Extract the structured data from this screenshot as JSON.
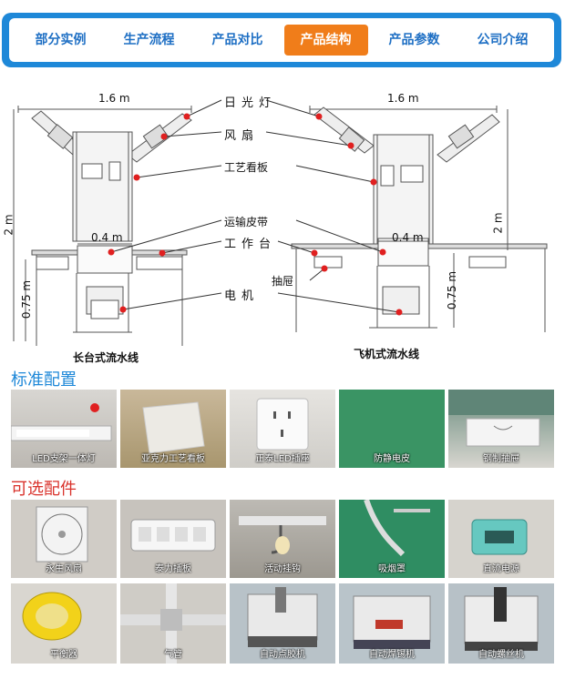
{
  "nav": {
    "items": [
      {
        "label": "部分实例",
        "active": false
      },
      {
        "label": "生产流程",
        "active": false
      },
      {
        "label": "产品对比",
        "active": false
      },
      {
        "label": "产品结构",
        "active": true
      },
      {
        "label": "产品参数",
        "active": false
      },
      {
        "label": "公司介绍",
        "active": false
      }
    ]
  },
  "diagram": {
    "labels": {
      "light": "日光灯",
      "fan": "风扇",
      "board": "工艺看板",
      "belt": "运输皮带",
      "table": "工作台",
      "drawer": "抽屉",
      "motor": "电机"
    },
    "dims": {
      "left_width": "1.6 m",
      "right_width": "1.6 m",
      "left_belt": "0.4 m",
      "right_belt": "0.4 m",
      "left_height": "2 m",
      "right_height": "2 m",
      "left_table_h": "0.75 m",
      "right_table_h": "0.75 m"
    },
    "captions": {
      "left": "长台式流水线",
      "right": "飞机式流水线"
    },
    "colors": {
      "dot": "#e02020",
      "line": "#333333"
    }
  },
  "standard": {
    "title": "标准配置",
    "items": [
      {
        "label": "LED支架一体灯",
        "icon": "led-lamp-icon"
      },
      {
        "label": "亚克力工艺看板",
        "icon": "acrylic-board-icon"
      },
      {
        "label": "正泰LED插座",
        "icon": "socket-icon"
      },
      {
        "label": "防静电皮",
        "icon": "antistatic-mat-icon"
      },
      {
        "label": "钢制抽屉",
        "icon": "drawer-icon"
      }
    ]
  },
  "optional": {
    "title": "可选配件",
    "items": [
      {
        "label": "永生风扇",
        "icon": "fan-icon"
      },
      {
        "label": "泰力插板",
        "icon": "power-strip-icon"
      },
      {
        "label": "活动挂钩",
        "icon": "hook-icon"
      },
      {
        "label": "吸烟罩",
        "icon": "fume-hood-icon"
      },
      {
        "label": "直流电源",
        "icon": "dc-power-icon"
      },
      {
        "label": "平衡器",
        "icon": "balancer-icon"
      },
      {
        "label": "气管",
        "icon": "air-pipe-icon"
      },
      {
        "label": "自动点胶机",
        "icon": "glue-machine-icon"
      },
      {
        "label": "自动焊锡机",
        "icon": "solder-machine-icon"
      },
      {
        "label": "自动螺丝机",
        "icon": "screw-machine-icon"
      }
    ]
  }
}
